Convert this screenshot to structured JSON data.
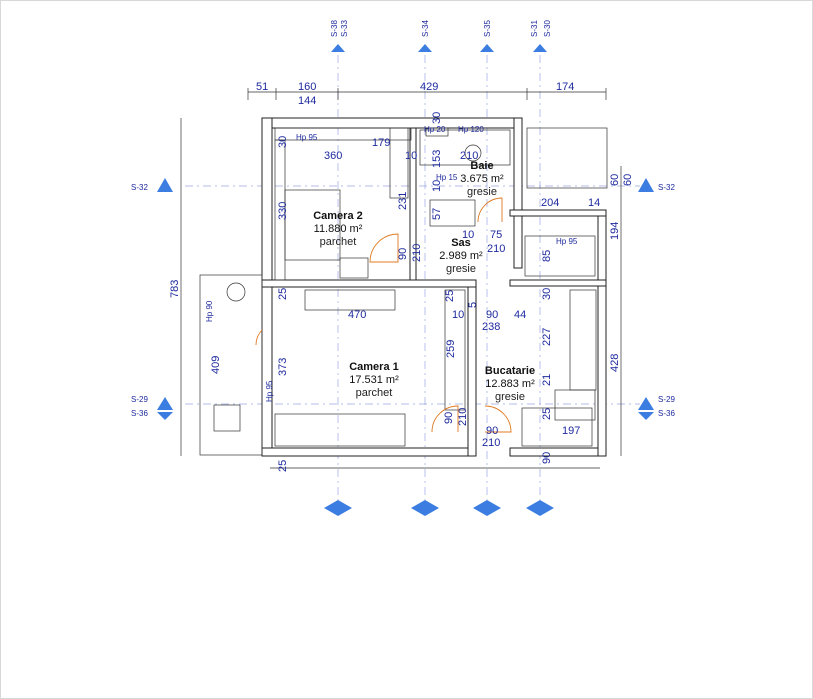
{
  "rooms": [
    {
      "id": "camera2",
      "name": "Camera 2",
      "area": "11.880 m²",
      "finish": "parchet"
    },
    {
      "id": "camera1",
      "name": "Camera 1",
      "area": "17.531 m²",
      "finish": "parchet"
    },
    {
      "id": "baie",
      "name": "Baie",
      "area": "3.675 m²",
      "finish": "gresie"
    },
    {
      "id": "sas",
      "name": "Sas",
      "area": "2.989 m²",
      "finish": "gresie"
    },
    {
      "id": "bucatarie",
      "name": "Bucatarie",
      "area": "12.883 m²",
      "finish": "gresie"
    }
  ],
  "sections": {
    "top": [
      "S-38",
      "S-33",
      "S-34",
      "S-35",
      "S-31",
      "S-30"
    ],
    "side_left": [
      "S-32",
      "S-29",
      "S-36"
    ],
    "side_right": [
      "S-32",
      "S-29",
      "S-36"
    ]
  },
  "dimensions": {
    "top_row1": [
      "51",
      "160",
      "429",
      "174"
    ],
    "top_row2": [
      "144"
    ],
    "overall_left": "783",
    "right": [
      "60",
      "60",
      "194",
      "428"
    ],
    "interior": [
      "30",
      "360",
      "179",
      "10",
      "153",
      "210",
      "10",
      "330",
      "231",
      "57",
      "75",
      "210",
      "10",
      "90",
      "210",
      "25",
      "470",
      "10",
      "25",
      "5",
      "90",
      "44",
      "238",
      "30",
      "227",
      "259",
      "373",
      "409",
      "21",
      "25",
      "90",
      "210",
      "210",
      "90",
      "197",
      "25",
      "90",
      "85",
      "204",
      "14",
      "30"
    ]
  },
  "fixture_labels": [
    "Hp 95",
    "Hp 20",
    "Hp 120",
    "Hp 15",
    "Hp 95",
    "Hp 90",
    "Hp 95"
  ],
  "colors": {
    "wall": "#222222",
    "dimension": "#1e2a9e",
    "door": "#e07a20",
    "marker": "#3b7de0",
    "grid": "#9aa7e0"
  }
}
